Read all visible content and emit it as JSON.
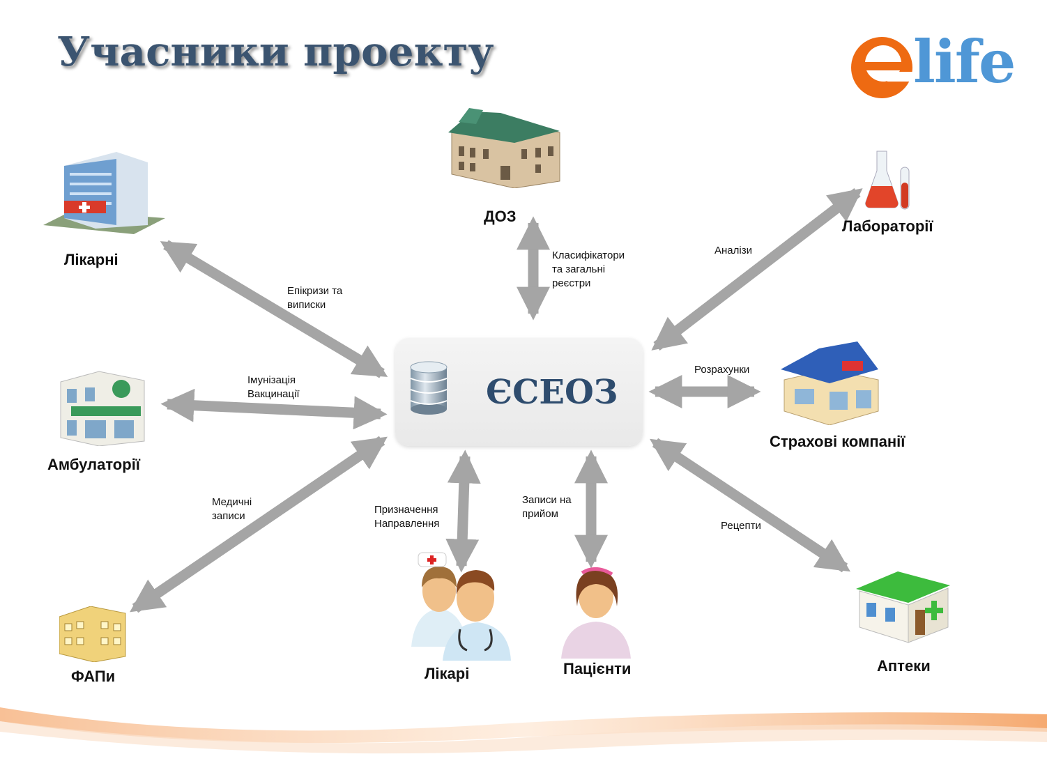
{
  "title": "Учасники проекту",
  "logo": {
    "text": "elife",
    "e_color": "#ee6a12",
    "life_color": "#4f97d6"
  },
  "center": {
    "label": "ЄСЕОЗ",
    "icon": "database-icon"
  },
  "arrow_color": "#a5a5a5",
  "nodes": {
    "hospitals": {
      "label": "Лікарні",
      "icon": "hospital-icon"
    },
    "ambulatories": {
      "label": "Амбулаторії",
      "icon": "pharmacy-building-icon"
    },
    "faps": {
      "label": "ФАПи",
      "icon": "small-building-icon"
    },
    "doz": {
      "label": "ДОЗ",
      "icon": "government-building-icon"
    },
    "labs": {
      "label": "Лабораторії",
      "icon": "test-tubes-icon"
    },
    "insurance": {
      "label": "Страхові компанії",
      "icon": "insurance-office-icon"
    },
    "pharmacies": {
      "label": "Аптеки",
      "icon": "pharmacy-icon"
    },
    "doctors": {
      "label": "Лікарі",
      "icon": "doctors-icon"
    },
    "patients": {
      "label": "Пацієнти",
      "icon": "patient-icon"
    }
  },
  "edges": {
    "hospitals": "Епікризи та\nвиписки",
    "ambulatories": "Імунізація\nВакцинації",
    "faps": "Медичні\nзаписи",
    "doz": "Класифікатори\nта загальні\nреєстри",
    "labs": "Аналізи",
    "insurance": "Розрахунки",
    "pharmacies": "Рецепти",
    "doctors": "Призначення\nНаправлення",
    "patients": "Записи на\nприйом"
  }
}
